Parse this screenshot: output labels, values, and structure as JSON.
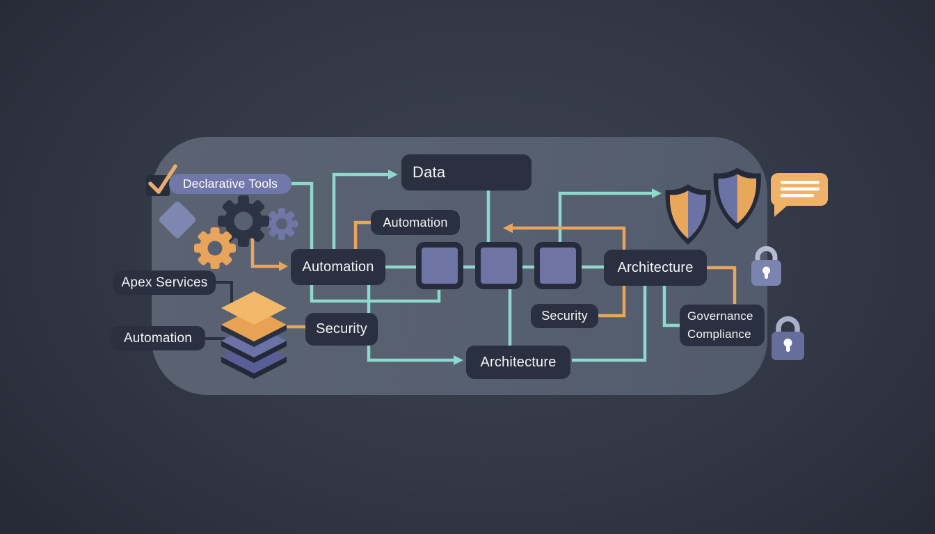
{
  "scene": {
    "description": "Dark flow-diagram illustration on a rounded panel with gears, layer stack, shields, locks and a chat bubble"
  },
  "nodes": {
    "declarative_tools": {
      "label": "Declarative Tools"
    },
    "data": {
      "label": "Data"
    },
    "automation_small": {
      "label": "Automation"
    },
    "automation_main": {
      "label": "Automation"
    },
    "apex_services": {
      "label": "Apex Services"
    },
    "automation_left": {
      "label": "Automation"
    },
    "security_left": {
      "label": "Security"
    },
    "security_mid": {
      "label": "Security"
    },
    "architecture_right": {
      "label": "Architecture"
    },
    "architecture_bottom": {
      "label": "Architecture"
    },
    "governance": {
      "line1": "Governance",
      "line2": "Compliance"
    }
  },
  "icons": [
    "check-icon",
    "diamond-icon",
    "gear-icon-dark",
    "gear-icon-purple",
    "gear-icon-orange",
    "layers-icon",
    "module-square-1",
    "module-square-2",
    "module-square-3",
    "shield-icon-left",
    "shield-icon-right",
    "chat-bubble-icon",
    "lock-icon-top",
    "lock-icon-bottom"
  ],
  "colors": {
    "background": "#333947",
    "panel": "#576070",
    "node_bg": "#2a303f",
    "node_text": "#f3f5f8",
    "pill_bg": "#6f78a9",
    "accent_teal": "#8ed8cd",
    "accent_orange": "#e9a55e",
    "slate_purple": "#6e74a3",
    "layer_yellow": "#f2b96a",
    "dark_outline": "#262c3b"
  },
  "edges": [
    {
      "from": "declarative_tools",
      "to": "automation_main",
      "color": "teal",
      "arrow": false
    },
    {
      "from": "automation_main",
      "to": "data",
      "color": "teal",
      "arrow": true
    },
    {
      "from": "data",
      "to": "module-square-2",
      "color": "teal",
      "arrow": false
    },
    {
      "from": "automation_main",
      "to": "module-square-1",
      "color": "teal",
      "arrow": false
    },
    {
      "from": "module-square-1",
      "to": "module-square-2",
      "color": "teal",
      "arrow": false
    },
    {
      "from": "module-square-2",
      "to": "module-square-3",
      "color": "teal",
      "arrow": false
    },
    {
      "from": "module-square-3",
      "to": "architecture_right",
      "color": "teal",
      "arrow": false
    },
    {
      "from": "module-square-3",
      "to": "shield-icon-left",
      "color": "teal",
      "arrow": true
    },
    {
      "from": "module-square-2",
      "to": "architecture_bottom",
      "color": "teal",
      "arrow": false
    },
    {
      "from": "automation_main",
      "to": "architecture_bottom",
      "color": "teal",
      "arrow": true
    },
    {
      "from": "architecture_right",
      "to": "architecture_bottom",
      "color": "teal",
      "arrow": false
    },
    {
      "from": "architecture_right",
      "to": "governance",
      "color": "teal",
      "arrow": false
    },
    {
      "from": "architecture_right",
      "to": "governance",
      "color": "orange",
      "arrow": false
    },
    {
      "from": "gears",
      "to": "automation_main",
      "color": "orange",
      "arrow": true
    },
    {
      "from": "automation_main",
      "to": "automation_small",
      "color": "orange",
      "arrow": false
    },
    {
      "from": "security_mid",
      "to": "module-row",
      "color": "orange",
      "arrow": true
    },
    {
      "from": "layers-icon",
      "to": "security_left",
      "color": "orange",
      "arrow": false
    },
    {
      "from": "apex_services",
      "to": "layers-icon",
      "color": "dark",
      "arrow": false
    },
    {
      "from": "automation_left",
      "to": "layers-icon",
      "color": "dark",
      "arrow": false
    }
  ]
}
